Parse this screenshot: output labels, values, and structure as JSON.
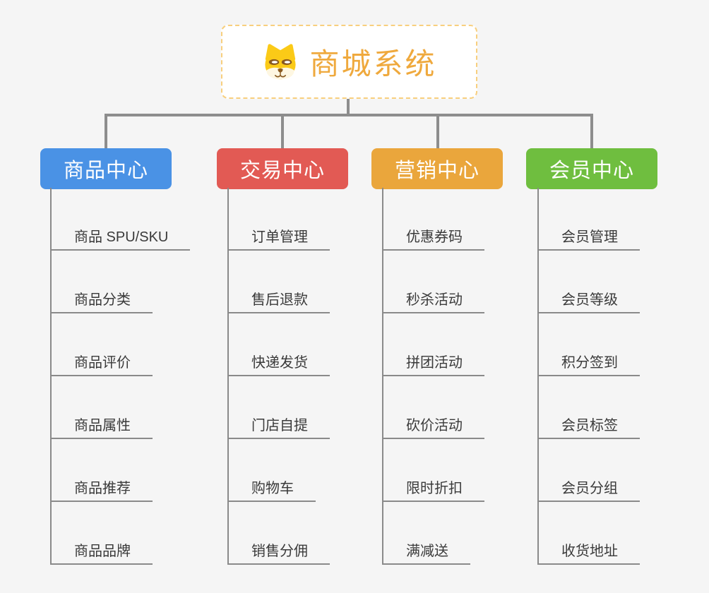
{
  "title": "商城系统",
  "root": {
    "label": "商城系统",
    "icon": "dog-face-icon",
    "text_color": "#efa93d",
    "border_color": "#f8cf7e",
    "background": "#ffffff"
  },
  "colors": {
    "canvas_background": "#f5f5f5",
    "connector": "#8d8d8d",
    "child_underline": "#8a8a8a",
    "child_text": "#3a3a3a"
  },
  "branches": [
    {
      "label": "商品中心",
      "color": "#4a92e5",
      "children": [
        "商品 SPU/SKU",
        "商品分类",
        "商品评价",
        "商品属性",
        "商品推荐",
        "商品品牌"
      ]
    },
    {
      "label": "交易中心",
      "color": "#e25a54",
      "children": [
        "订单管理",
        "售后退款",
        "快递发货",
        "门店自提",
        "购物车",
        "销售分佣"
      ]
    },
    {
      "label": "营销中心",
      "color": "#eaa63c",
      "children": [
        "优惠券码",
        "秒杀活动",
        "拼团活动",
        "砍价活动",
        "限时折扣",
        "满减送"
      ]
    },
    {
      "label": "会员中心",
      "color": "#6fbe3f",
      "children": [
        "会员管理",
        "会员等级",
        "积分签到",
        "会员标签",
        "会员分组",
        "收货地址"
      ]
    }
  ]
}
